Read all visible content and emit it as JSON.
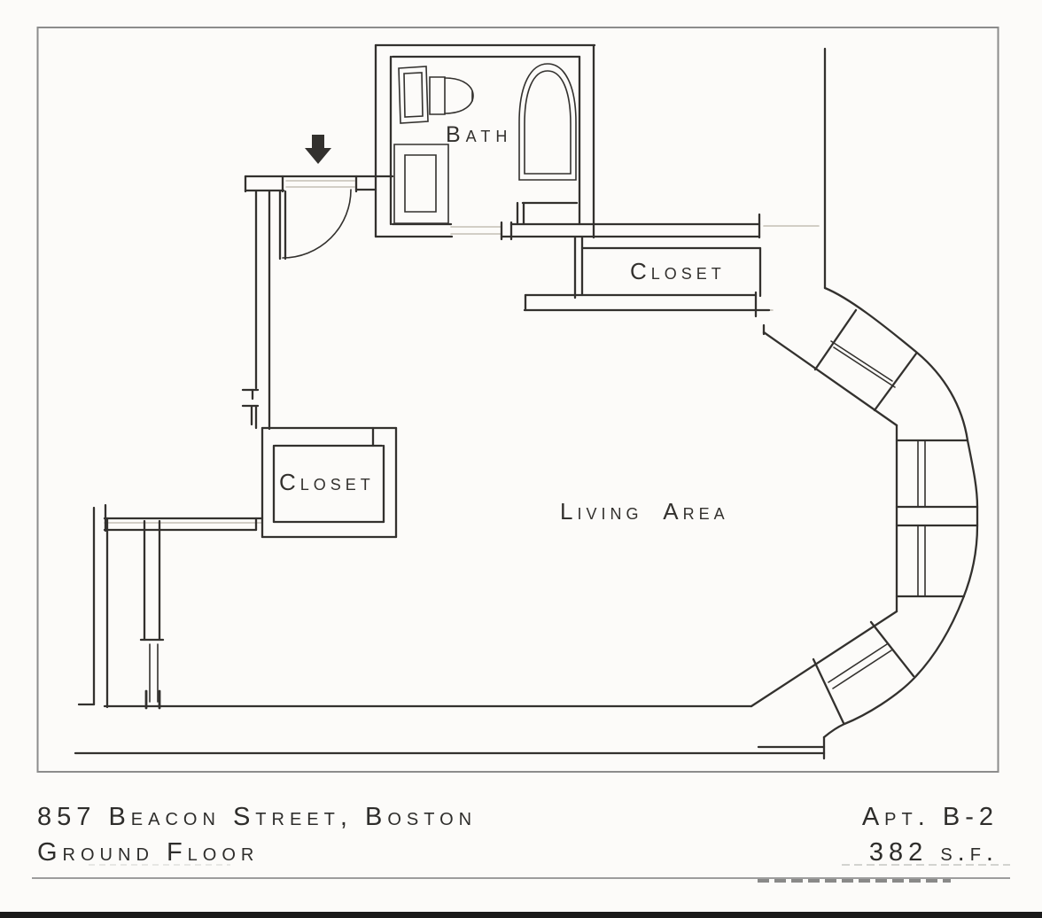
{
  "page": {
    "background": "#fcfbf9",
    "frame_color": "#8c8c8c",
    "line_color": "#33312e",
    "light_line_color": "#c3bfb6",
    "text_color": "#2e2d2b",
    "divider_color": "#9d9d9d",
    "bottom_bar_color": "#1a1a1a"
  },
  "plan": {
    "rooms": {
      "bath": "Bath",
      "closet_upper": "Closet",
      "closet_lower": "Closet",
      "living_area": "Living Area"
    },
    "entry_arrow": "entry-arrow-icon"
  },
  "caption": {
    "address": "857 Beacon Street, Boston",
    "floor": "Ground Floor",
    "apartment": "Apt. B-2",
    "area": "382 s.f."
  }
}
